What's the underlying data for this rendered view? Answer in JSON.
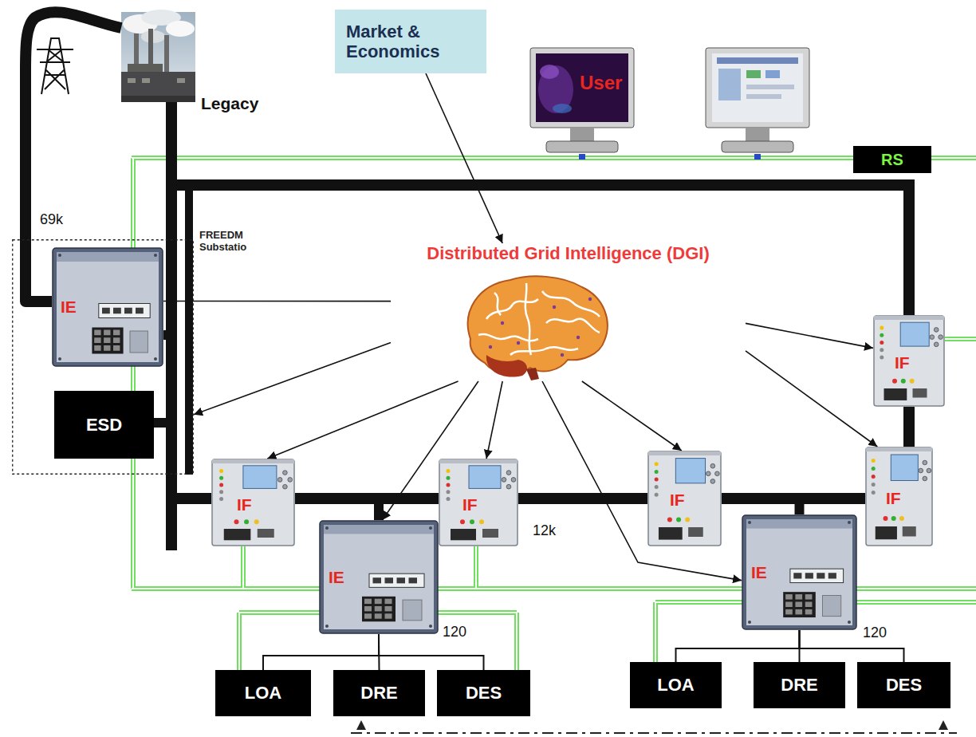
{
  "diagram": {
    "nodes": [
      {
        "text": [
          "Market & Economics"
        ]
      },
      {
        "text": [
          "User"
        ]
      },
      {
        "text": [
          "RS"
        ]
      },
      {
        "text": [
          "FREEDM Substatio"
        ]
      },
      {
        "text": [
          "IE"
        ],
        "in": 3
      },
      {
        "text": [
          "ESD"
        ],
        "in": 3
      },
      {
        "text": [
          "Distributed Grid Intelligence (DGI)"
        ]
      },
      {
        "text": [
          "IF"
        ]
      },
      {
        "text": [
          "IF"
        ]
      },
      {
        "text": [
          "IF"
        ]
      },
      {
        "text": [
          "IF"
        ]
      },
      {
        "text": [
          "IF"
        ]
      },
      {
        "text": [
          "IE"
        ]
      },
      {
        "text": [
          "IE"
        ]
      },
      {
        "text": [
          "LOA"
        ]
      },
      {
        "text": [
          "DRE"
        ]
      },
      {
        "text": [
          "DES"
        ]
      },
      {
        "text": [
          "LOA"
        ]
      },
      {
        "text": [
          "DRE"
        ]
      },
      {
        "text": [
          "DES"
        ]
      }
    ],
    "edges": [
      {
        "from": 0,
        "to": 6,
        "arrow": "to"
      },
      {
        "from": 6,
        "to": 4,
        "arrow": "none"
      },
      {
        "from": 6,
        "to": 3,
        "arrow": "to"
      },
      {
        "from": 6,
        "to": 8,
        "arrow": "to"
      },
      {
        "from": 6,
        "to": 12,
        "arrow": "to"
      },
      {
        "from": 6,
        "to": 9,
        "arrow": "to"
      },
      {
        "from": 6,
        "to": 13,
        "arrow": "to"
      },
      {
        "from": 6,
        "to": 10,
        "arrow": "to"
      },
      {
        "from": 6,
        "to": 11,
        "arrow": "to"
      },
      {
        "from": 6,
        "to": 7,
        "arrow": "to"
      },
      {
        "from": 8,
        "to": 9,
        "arrow": "none"
      },
      {
        "from": 9,
        "to": 10,
        "arrow": "none"
      },
      {
        "from": 10,
        "to": 11,
        "arrow": "none"
      },
      {
        "from": 11,
        "to": 7,
        "arrow": "none"
      },
      {
        "from": 12,
        "to": 14,
        "arrow": "none"
      },
      {
        "from": 12,
        "to": 15,
        "arrow": "none"
      },
      {
        "from": 12,
        "to": 16,
        "arrow": "none"
      },
      {
        "from": 13,
        "to": 17,
        "arrow": "none"
      },
      {
        "from": 13,
        "to": 18,
        "arrow": "none"
      },
      {
        "from": 13,
        "to": 19,
        "arrow": "none"
      }
    ],
    "labels": [
      "Legacy",
      "69k",
      "12k",
      "120",
      "120"
    ]
  }
}
